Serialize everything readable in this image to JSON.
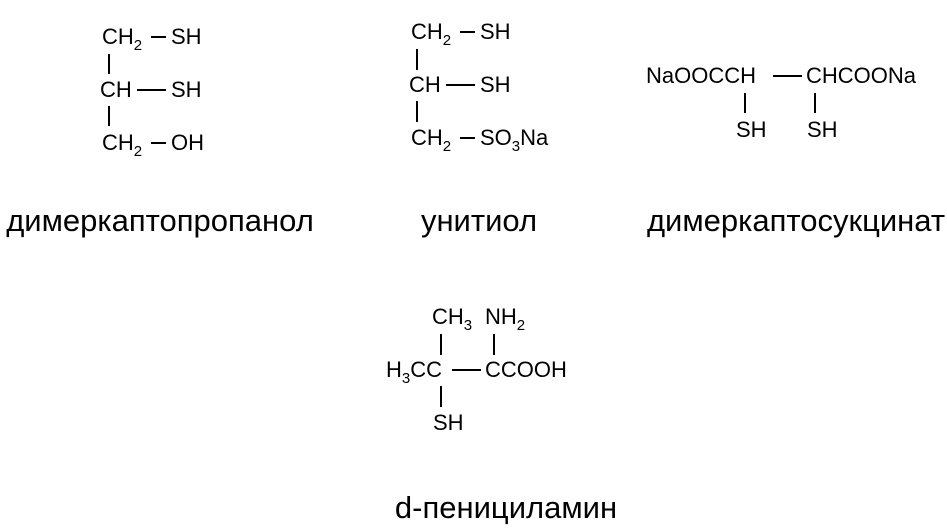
{
  "molecules": {
    "dimercaptopropanol": {
      "name": "димеркаптопропанол",
      "rows": [
        {
          "left": "CH",
          "left_sub": "2",
          "right": "SH"
        },
        {
          "left": "CH",
          "right": "SH"
        },
        {
          "left": "CH",
          "left_sub": "2",
          "right": "OH"
        }
      ]
    },
    "unithiol": {
      "name": "унитиол",
      "rows": [
        {
          "left": "CH",
          "left_sub": "2",
          "right": "SH"
        },
        {
          "left": "CH",
          "right": "SH"
        },
        {
          "left": "CH",
          "left_sub": "2",
          "right_a": "SO",
          "right_sub": "3",
          "right_b": "Na"
        }
      ]
    },
    "dimercaptosuccinate": {
      "name": "димеркаптосукцинат",
      "left": "NaOOCCH",
      "right": "CHCOONa",
      "sh_left": "SH",
      "sh_right": "SH"
    },
    "penicillamine": {
      "name": "d-пенициламин",
      "ch3": "CH",
      "ch3_sub": "3",
      "nh2": "NH",
      "nh2_sub": "2",
      "h3c_a": "H",
      "h3c_sub": "3",
      "h3c_b": "CC",
      "right": "CCOOH",
      "sh": "SH"
    }
  }
}
